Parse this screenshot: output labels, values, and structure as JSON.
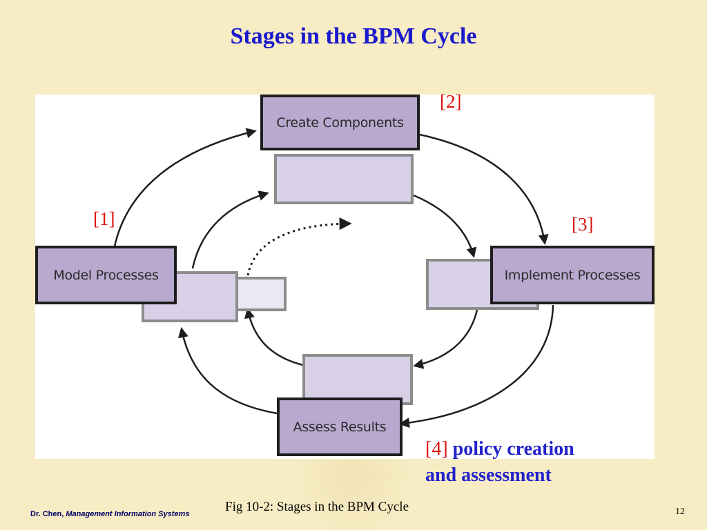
{
  "slide": {
    "title": "Stages in the BPM Cycle",
    "caption": "Fig 10-2: Stages in the BPM Cycle",
    "page_number": "12",
    "footer_author": "Dr. Chen,",
    "footer_book": "Management Information Systems"
  },
  "diagram": {
    "stages": {
      "create": "Create Components",
      "model": "Model Processes",
      "implement": "Implement Processes",
      "assess": "Assess Results"
    },
    "markers": {
      "m1": "[1]",
      "m2": "[2]",
      "m3": "[3]",
      "m4": "[4]"
    },
    "note": {
      "line1": "policy creation",
      "line2": "and assessment"
    }
  },
  "colors": {
    "title": "#1a1acc",
    "marker": "#dd1111",
    "stage_fill": "#b9a9cf",
    "sub_fill": "#d8d0e6",
    "background": "#f7ecc4"
  }
}
